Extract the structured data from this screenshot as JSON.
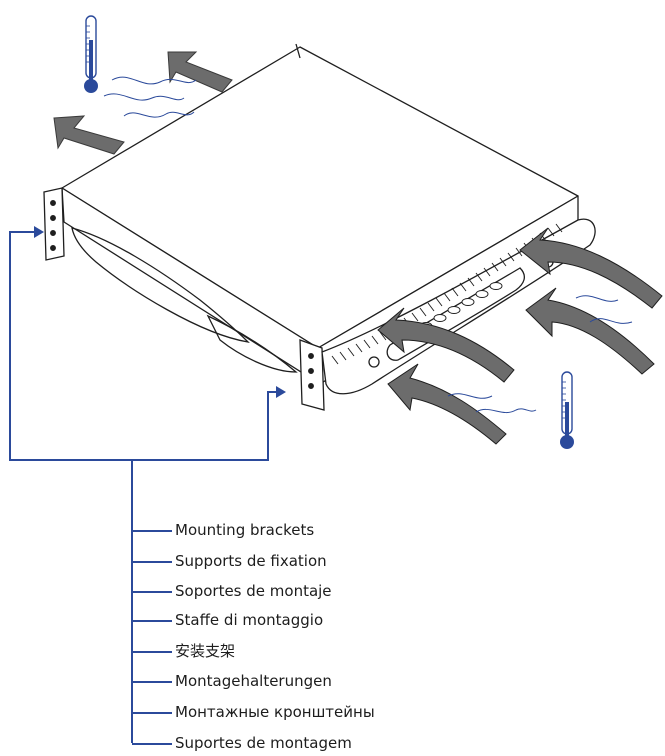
{
  "callout": {
    "items": [
      "Mounting brackets",
      "Supports de fixation",
      "Soportes de montaje",
      "Staffe di montaggio",
      "安装支架",
      "Montagehalterungen",
      "Монтажные кронштейны",
      "Suportes de montagem"
    ]
  },
  "colors": {
    "callout_line": "#2b4a9b",
    "outline": "#1f1f1f",
    "arrow_fill": "#6c6c6c",
    "thermometer": "#2b4a9b"
  },
  "icons": [
    "thermometer-icon",
    "airflow-arrow-icon",
    "air-wave-icon"
  ]
}
